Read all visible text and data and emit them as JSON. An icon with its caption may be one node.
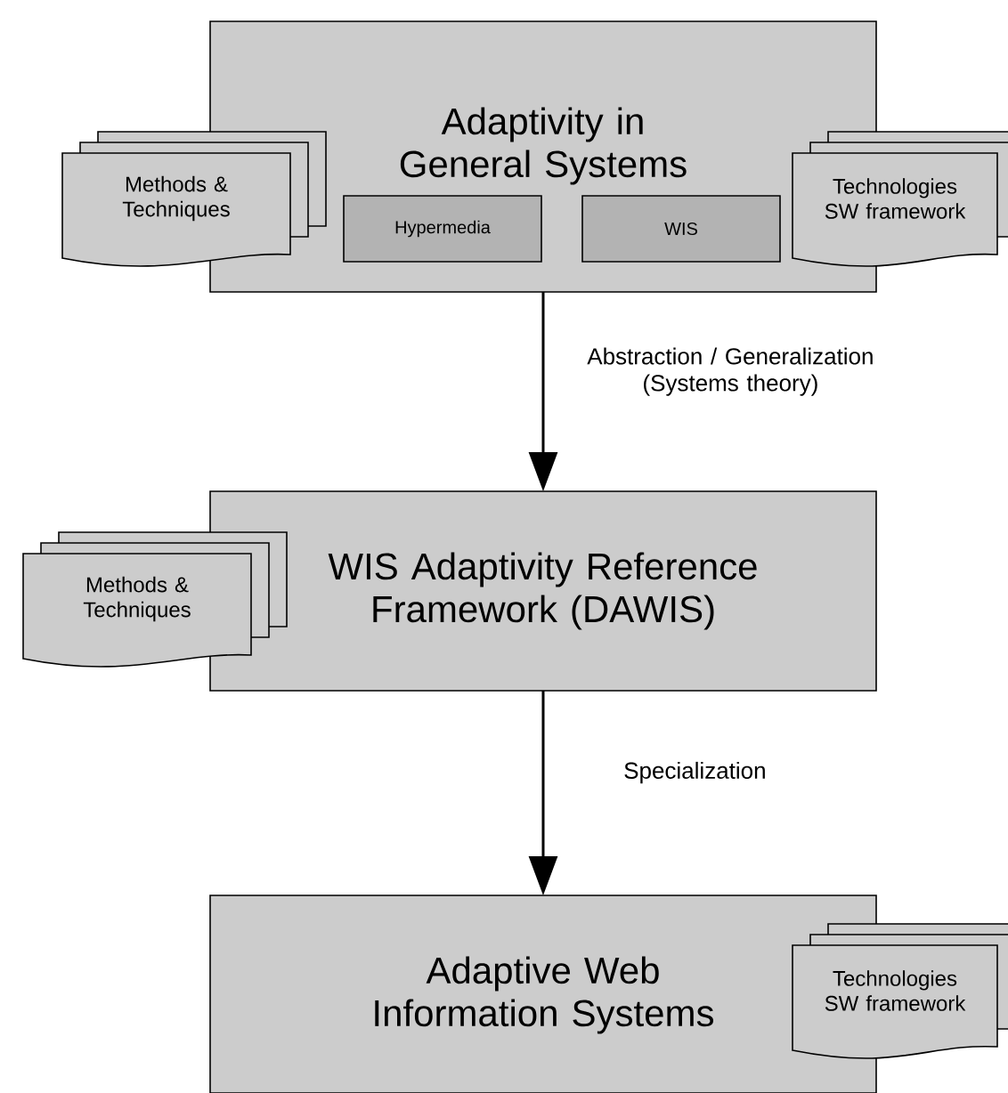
{
  "diagram": {
    "nodes": [
      {
        "text": [
          "Adaptivity in General Systems"
        ]
      },
      {
        "text": [
          "Hypermedia"
        ],
        "in": 0
      },
      {
        "text": [
          "WIS"
        ],
        "in": 0
      },
      {
        "text": [
          "Methods & Techniques"
        ]
      },
      {
        "text": [
          "Technologies SW framework"
        ]
      },
      {
        "text": [
          "WIS Adaptivity Reference Framework (DAWIS)"
        ]
      },
      {
        "text": [
          "Methods & Techniques"
        ]
      },
      {
        "text": [
          "Adaptive Web Information Systems"
        ]
      },
      {
        "text": [
          "Technologies SW framework"
        ]
      }
    ],
    "edges": [
      {
        "from": 0,
        "to": 5,
        "arrow": "to",
        "label": "Abstraction / Generalization (Systems theory)"
      },
      {
        "from": 5,
        "to": 7,
        "arrow": "to",
        "label": "Specialization"
      }
    ]
  }
}
